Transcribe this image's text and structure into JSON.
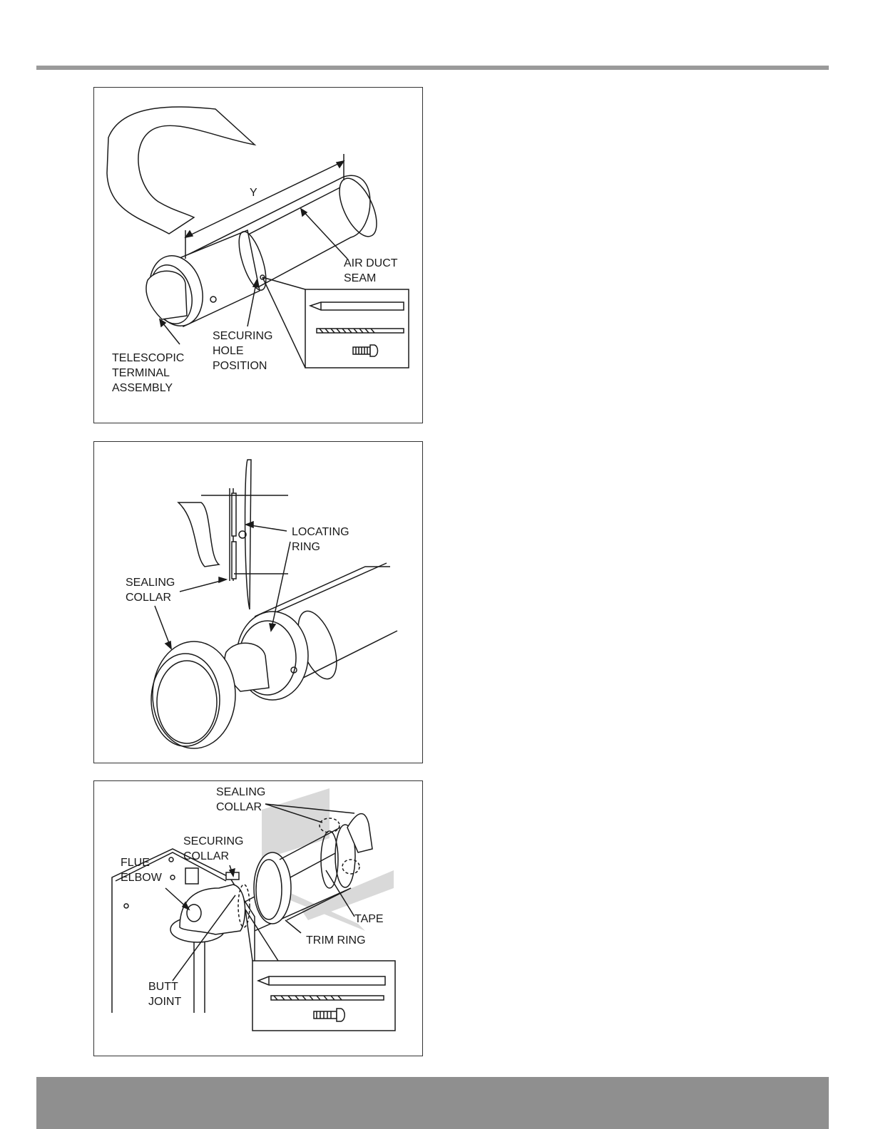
{
  "figure1": {
    "dimension_label": "Y",
    "air_duct_seam": "AIR DUCT\nSEAM",
    "securing_hole_position": "SECURING\nHOLE\nPOSITION",
    "telescopic_terminal_assembly": "TELESCOPIC\nTERMINAL\nASSEMBLY",
    "tool_icons": [
      "pencil-icon",
      "drill-bit-icon",
      "screw-icon"
    ]
  },
  "figure2": {
    "locating_ring": "LOCATING\nRING",
    "sealing_collar": "SEALING\nCOLLAR"
  },
  "figure3": {
    "sealing_collar": "SEALING\nCOLLAR",
    "securing_collar": "SECURING\nCOLLAR",
    "flue_elbow": "FLUE\nELBOW",
    "tape": "TAPE",
    "trim_ring": "TRIM RING",
    "butt_joint": "BUTT\nJOINT",
    "tool_icons": [
      "pencil-icon",
      "drill-bit-icon",
      "screw-icon"
    ]
  },
  "colors": {
    "rule": "#9a9a9a",
    "footer": "#8f8f8f",
    "link": "#2a3cff"
  }
}
